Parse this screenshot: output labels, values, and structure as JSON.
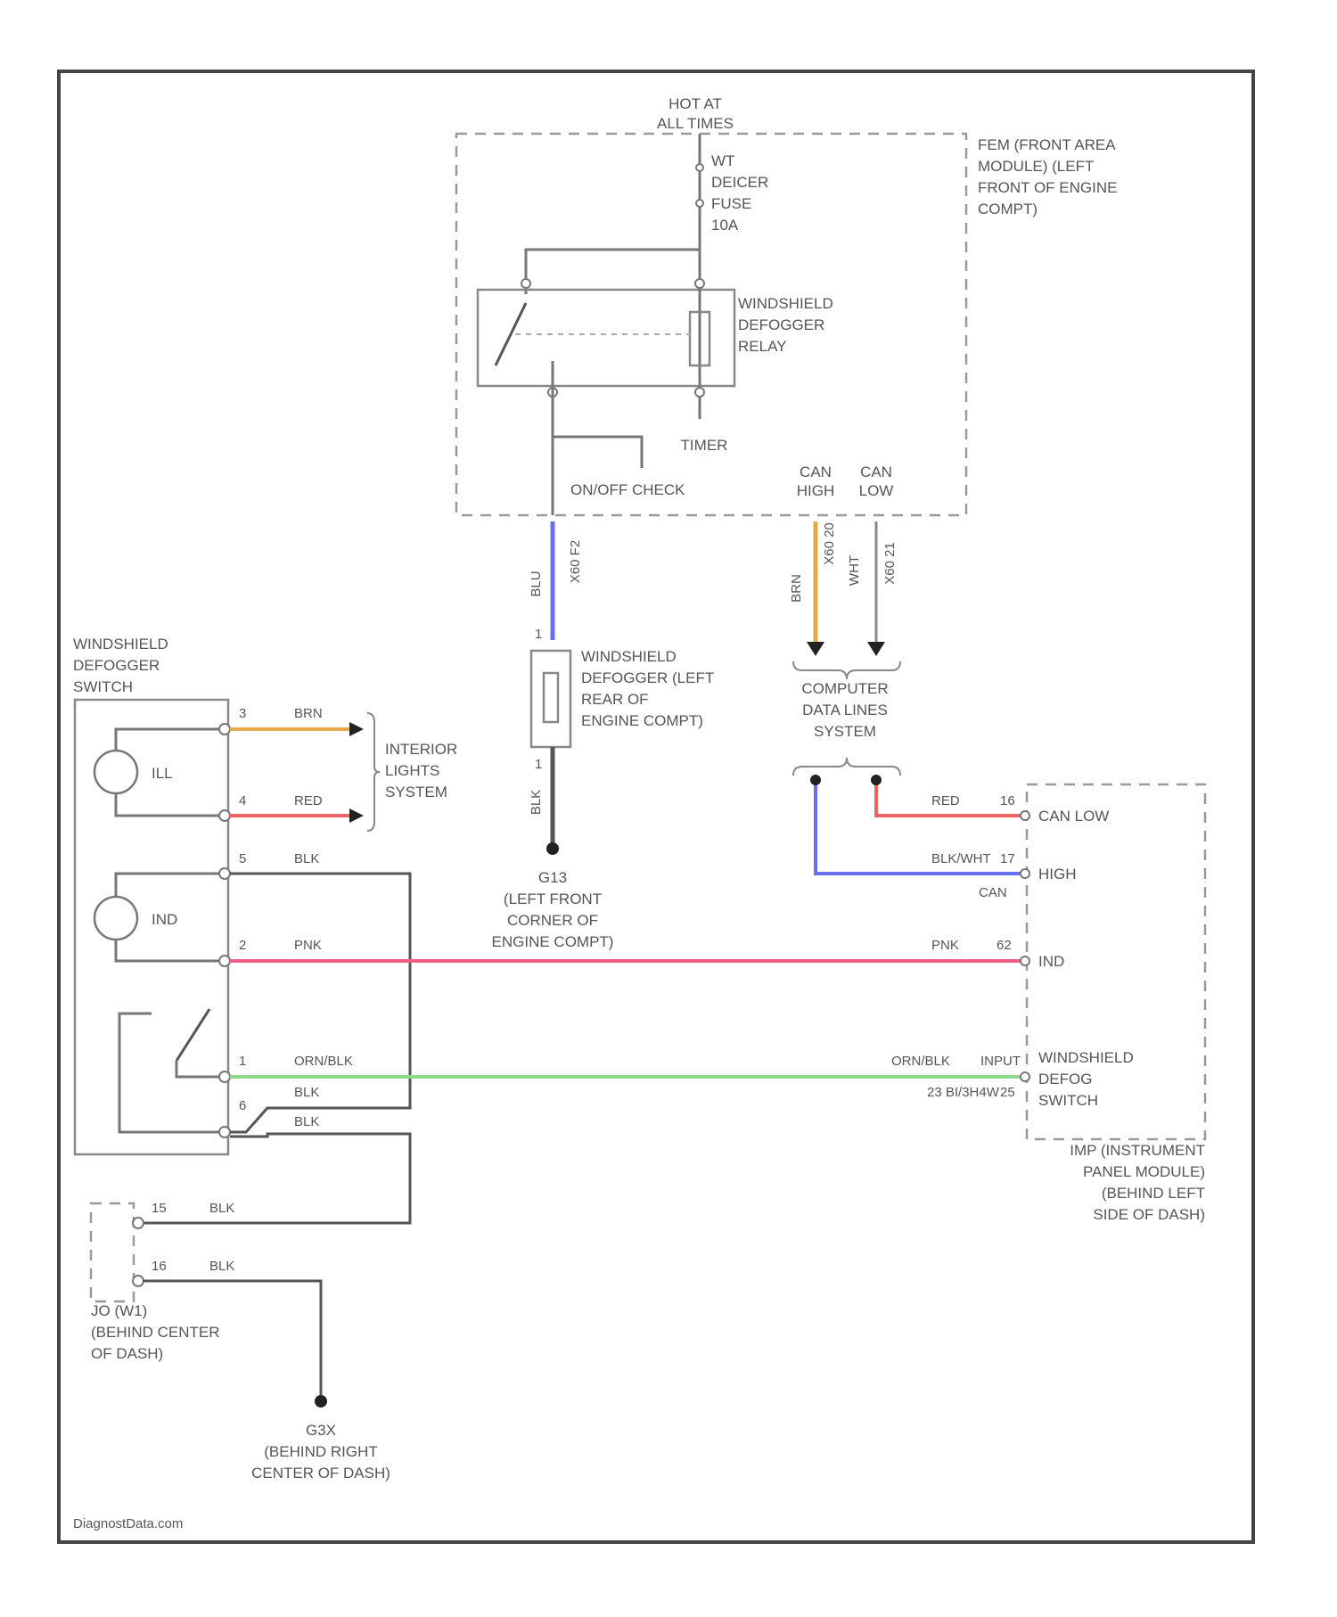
{
  "top": {
    "hot_at": "HOT AT",
    "all_times": "ALL TIMES"
  },
  "fem": {
    "label": [
      "FEM (FRONT AREA",
      "MODULE) (LEFT",
      "FRONT OF ENGINE",
      "COMPT)"
    ],
    "fuse": [
      "WT",
      "DEICER",
      "FUSE",
      "10A"
    ],
    "relay": [
      "WINDSHIELD",
      "DEFOGGER",
      "RELAY"
    ],
    "timer": "TIMER",
    "onoff": "ON/OFF CHECK",
    "can_high": [
      "CAN",
      "HIGH"
    ],
    "can_low": [
      "CAN",
      "LOW"
    ]
  },
  "wires": {
    "blu": "BLU",
    "blu_conn": "X60 F2",
    "brn": "BRN",
    "brn_conn": "X60 20",
    "wht": "WHT",
    "wht_conn": "X60 21",
    "blk_to_ground": "BLK",
    "sw_brn": "BRN",
    "sw_red": "RED",
    "sw_blk5": "BLK",
    "sw_pnk": "PNK",
    "sw_orn": "ORN/BLK",
    "sw_blk_a": "BLK",
    "sw_blk_b": "BLK",
    "j_blk_15": "BLK",
    "j_blk_16": "BLK",
    "ipm_red": "RED",
    "ipm_red_pin": "16",
    "ipm_blk": "BLK/WHT",
    "ipm_blk_pin": "17",
    "ipm_pnk": "PNK",
    "ipm_pnk_pin": "62",
    "ipm_orn": "ORN/BLK",
    "ipm_orn_pin": "25"
  },
  "heater_element": [
    "WINDSHIELD",
    "DEFOGGER (LEFT",
    "REAR OF",
    "ENGINE COMPT)"
  ],
  "heater_pins": {
    "top": "1",
    "bottom": "1"
  },
  "g13": [
    "G13",
    "(LEFT FRONT",
    "CORNER OF",
    "ENGINE COMPT)"
  ],
  "computer_data": [
    "COMPUTER",
    "DATA LINES",
    "SYSTEM"
  ],
  "interior_lights": [
    "INTERIOR",
    "LIGHTS",
    "SYSTEM"
  ],
  "switch": {
    "title": [
      "WINDSHIELD",
      "DEFOGGER",
      "SWITCH"
    ],
    "ill": "ILL",
    "ind": "IND",
    "pins": [
      "3",
      "4",
      "5",
      "2",
      "1",
      "6"
    ]
  },
  "junction": {
    "pins": [
      "15",
      "16"
    ],
    "label": [
      "JO (W1)",
      "(BEHIND CENTER",
      "OF DASH)"
    ]
  },
  "g_dash": [
    "G3X",
    "(BEHIND RIGHT",
    "CENTER OF DASH)"
  ],
  "ipm": {
    "can_low": "CAN LOW",
    "high": "HIGH",
    "can": "CAN",
    "ind": "IND",
    "input": "INPUT",
    "connector": "23 BI/3H4W",
    "wd_switch": [
      "WINDSHIELD",
      "DEFOG",
      "SWITCH"
    ],
    "label": [
      "IMP (INSTRUMENT",
      "PANEL MODULE)",
      "(BEHIND LEFT",
      "SIDE OF DASH)"
    ]
  },
  "footer": "DiagnostData.com",
  "colors": {
    "blue": "#6a6ef0",
    "orange": "#e6a947",
    "red": "#f06161",
    "pink": "#ef5f85",
    "green": "#8fd88c",
    "gray": "#555555"
  }
}
